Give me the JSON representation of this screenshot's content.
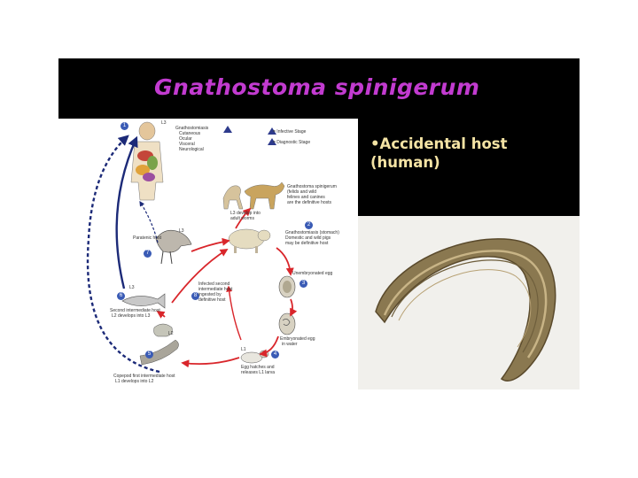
{
  "slide": {
    "title": "Gnathostoma spinigerum",
    "bullet": "•Accidental host",
    "bullet_cont": "(human)"
  },
  "lifecycle": {
    "legend": [
      "= Infective Stage",
      "= Diagnostic Stage"
    ],
    "human_forms": [
      "Gnathostomiasis",
      "Cutaneous",
      "Ocular",
      "Visceral",
      "Neurological"
    ],
    "step1": "L3",
    "definitive_hosts": [
      "Gnathostoma spinigerum",
      "(felids and wild",
      "felines and canines",
      "are the definitive hosts"
    ],
    "adult_note": [
      "L3 develop into",
      "adult worms"
    ],
    "paratenic": "Paratenic host",
    "gastric_wall": [
      "Gnathostomiasis (stomach)",
      "Domestic and wild pigs",
      "may be definitive host"
    ],
    "unembryonated": "Unembryonated egg",
    "embryonated": [
      "Embryonated egg",
      "in water"
    ],
    "egg_hatches": [
      "Egg hatches and",
      "releases L1 larva"
    ],
    "ingested": [
      "Infected second",
      "intermediate host",
      "ingested by",
      "definitive host"
    ],
    "second_host": [
      "Second intermediate host",
      "L2 develops into L3"
    ],
    "copepod": [
      "Copepod first intermediate host",
      "L1 develops into L2"
    ],
    "larval_labels": [
      "L3",
      "L3",
      "L2",
      "L1"
    ],
    "step_numbers": [
      "1",
      "2",
      "3",
      "4",
      "5",
      "6",
      "7",
      "8"
    ]
  },
  "colors": {
    "title": "#c23bd0",
    "bullet_text": "#f4e3a4",
    "cycle_arrow": "#d9262b",
    "human_arrow": "#1c2a78",
    "step_badge": "#3a5bb5",
    "worm": "#8a7850"
  }
}
